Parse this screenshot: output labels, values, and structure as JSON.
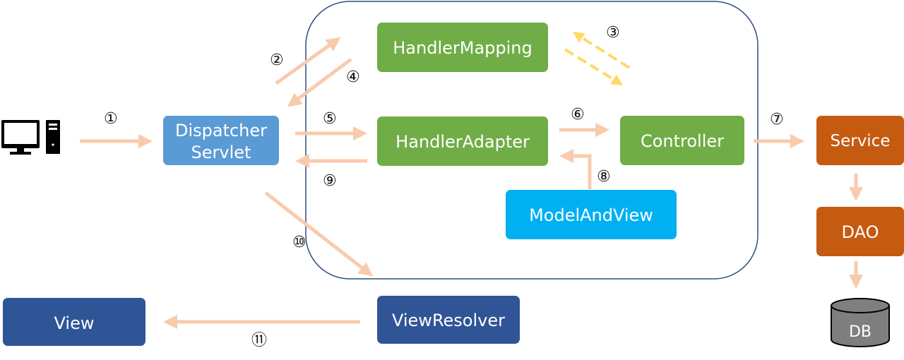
{
  "nodes": {
    "dispatcher": {
      "line1": "Dispatcher",
      "line2": "Servlet",
      "color": "#5b9bd5"
    },
    "handler_mapping": {
      "label": "HandlerMapping",
      "color": "#70ad47"
    },
    "handler_adapter": {
      "label": "HandlerAdapter",
      "color": "#70ad47"
    },
    "controller": {
      "label": "Controller",
      "color": "#70ad47"
    },
    "model_and_view": {
      "label": "ModelAndView",
      "color": "#00b0f0"
    },
    "service": {
      "label": "Service",
      "color": "#c55a11"
    },
    "dao": {
      "label": "DAO",
      "color": "#c55a11"
    },
    "db": {
      "label": "DB",
      "color": "#7f7f7f"
    },
    "view_resolver": {
      "label": "ViewResolver",
      "color": "#2f5597"
    },
    "view": {
      "label": "View",
      "color": "#2f5597"
    }
  },
  "steps": [
    "①",
    "②",
    "③",
    "④",
    "⑤",
    "⑥",
    "⑦",
    "⑧",
    "⑨",
    "⑩",
    "⑪"
  ],
  "colors": {
    "arrow": "#f8cbad",
    "dashed_arrow": "#ffd966",
    "container_border": "#2f4f7f",
    "icon": "#000000"
  },
  "icons": [
    "computer-icon",
    "database-icon"
  ]
}
